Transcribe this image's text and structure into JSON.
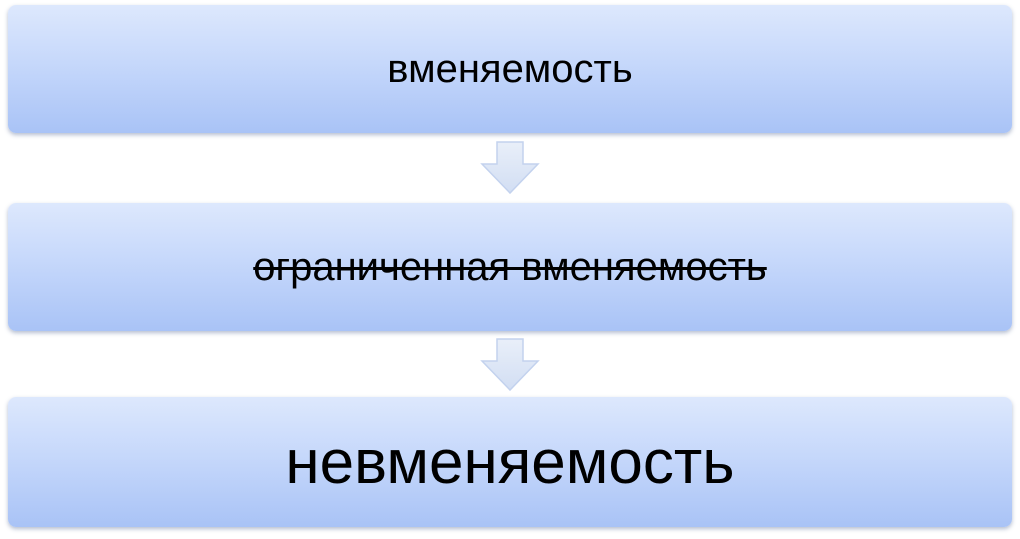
{
  "diagram": {
    "steps": [
      {
        "label": "вменяемость",
        "struck": false
      },
      {
        "label": "ограниченная вменяемость",
        "struck": true
      },
      {
        "label": "невменяемость",
        "struck": false
      }
    ],
    "colors": {
      "box_top": "#dde8fd",
      "box_bottom": "#a9c3f6",
      "arrow_fill": "#dbe5f7",
      "arrow_stroke": "#c3d2ee",
      "text": "#000000"
    }
  }
}
